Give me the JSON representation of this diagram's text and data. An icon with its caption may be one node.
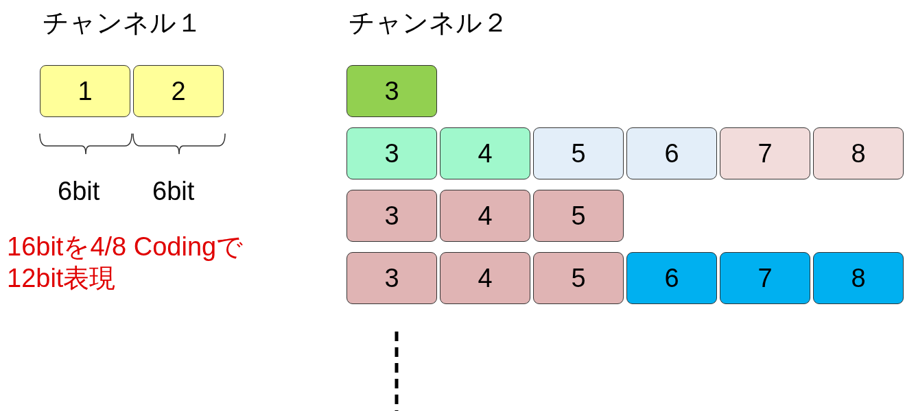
{
  "diagram": {
    "nodes": [
      {
        "text": [
          "1"
        ]
      },
      {
        "text": [
          "2"
        ]
      },
      {
        "text": [
          "3"
        ]
      },
      {
        "text": [
          "3"
        ]
      },
      {
        "text": [
          "4"
        ]
      },
      {
        "text": [
          "5"
        ]
      },
      {
        "text": [
          "6"
        ]
      },
      {
        "text": [
          "7"
        ]
      },
      {
        "text": [
          "8"
        ]
      },
      {
        "text": [
          "3"
        ]
      },
      {
        "text": [
          "4"
        ]
      },
      {
        "text": [
          "5"
        ]
      },
      {
        "text": [
          "3"
        ]
      },
      {
        "text": [
          "4"
        ]
      },
      {
        "text": [
          "5"
        ]
      },
      {
        "text": [
          "6"
        ]
      },
      {
        "text": [
          "7"
        ]
      },
      {
        "text": [
          "8"
        ]
      }
    ],
    "labels": [
      "チャンネル１",
      "チャンネル２",
      "6bit",
      "6bit",
      "16bitを4/8 Codingで12bit表現"
    ]
  }
}
